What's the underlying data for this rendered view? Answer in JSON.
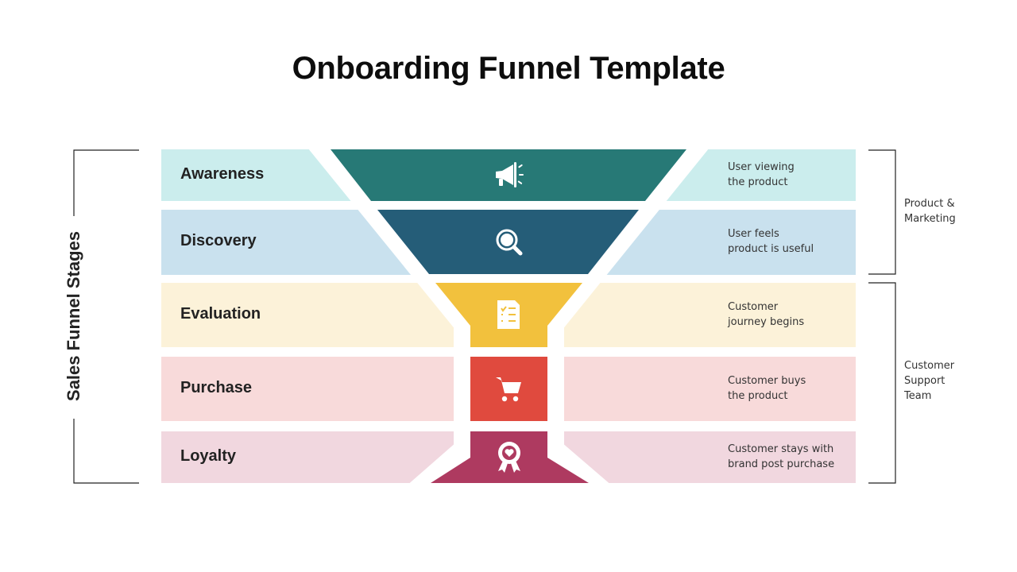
{
  "title": "Onboarding Funnel Template",
  "side_title": "Sales Funnel Stages",
  "stages": [
    {
      "label": "Awareness",
      "description": [
        "User viewing",
        "the product"
      ],
      "icon": "megaphone-icon",
      "light_color": "#cbeded",
      "dark_color": "#277976"
    },
    {
      "label": "Discovery",
      "description": [
        "User feels",
        "product is useful"
      ],
      "icon": "magnifier-icon",
      "light_color": "#c9e1ee",
      "dark_color": "#255d78"
    },
    {
      "label": "Evaluation",
      "description": [
        "Customer",
        "journey begins"
      ],
      "icon": "checklist-icon",
      "light_color": "#fcf2d9",
      "dark_color": "#f2c13d"
    },
    {
      "label": "Purchase",
      "description": [
        "Customer buys",
        "the product"
      ],
      "icon": "shopping-cart-icon",
      "light_color": "#f8dada",
      "dark_color": "#e04a3e"
    },
    {
      "label": "Loyalty",
      "description": [
        "Customer stays with",
        "brand post purchase"
      ],
      "icon": "award-badge-icon",
      "light_color": "#f1d7df",
      "dark_color": "#ae3a60"
    }
  ],
  "groups": [
    {
      "label": [
        "Product &",
        "Marketing"
      ],
      "stages": [
        "Awareness",
        "Discovery"
      ]
    },
    {
      "label": [
        "Customer",
        "Support",
        "Team"
      ],
      "stages": [
        "Evaluation",
        "Purchase",
        "Loyalty"
      ]
    }
  ]
}
